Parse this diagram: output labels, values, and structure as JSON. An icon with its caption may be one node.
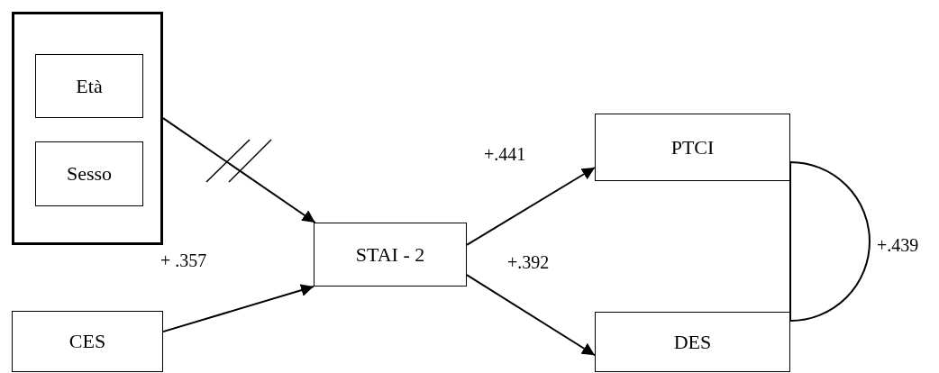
{
  "diagram": {
    "nodes": [
      {
        "text": [],
        "shape": "box"
      },
      {
        "text": [
          "Età"
        ],
        "in": 0
      },
      {
        "text": [
          "Sesso"
        ],
        "in": 0
      },
      {
        "text": [
          "CES"
        ]
      },
      {
        "text": [
          "STAI - 2"
        ]
      },
      {
        "text": [
          "PTCI"
        ]
      },
      {
        "text": [
          "DES"
        ]
      }
    ],
    "edges": [
      {
        "from": 0,
        "to": 4,
        "arrow": "to"
      },
      {
        "from": 3,
        "to": 4,
        "arrow": "to",
        "label": "+ .357"
      },
      {
        "from": 4,
        "to": 5,
        "arrow": "to",
        "label": "+.441"
      },
      {
        "from": 4,
        "to": 6,
        "arrow": "to",
        "label": "+.392"
      },
      {
        "from": 5,
        "to": 6,
        "arrow": "none",
        "label": "+.439"
      }
    ]
  }
}
